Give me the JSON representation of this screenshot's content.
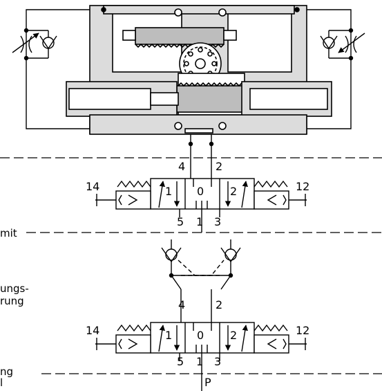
{
  "labels": {
    "top_valve": {
      "port_left": "14",
      "port_right": "12",
      "port_a": "4",
      "port_b": "2",
      "center": "0",
      "pos_left": "1",
      "pos_right": "2",
      "bottom_5": "5",
      "bottom_1": "1",
      "bottom_3": "3"
    },
    "bottom_valve": {
      "port_left": "14",
      "port_right": "12",
      "port_a": "4",
      "port_b": "2",
      "center": "0",
      "pos_left": "1",
      "pos_right": "2",
      "bottom_5": "5",
      "bottom_1": "1",
      "bottom_3": "3"
    },
    "edge_text": {
      "line1": "mit",
      "line2": "ungs-",
      "line3": "rung",
      "line4": "ng",
      "line5": "l"
    },
    "supply": "P"
  },
  "colors": {
    "line": "#000000",
    "housing": "#d9d9d9",
    "rack": "#bdbdbd"
  }
}
